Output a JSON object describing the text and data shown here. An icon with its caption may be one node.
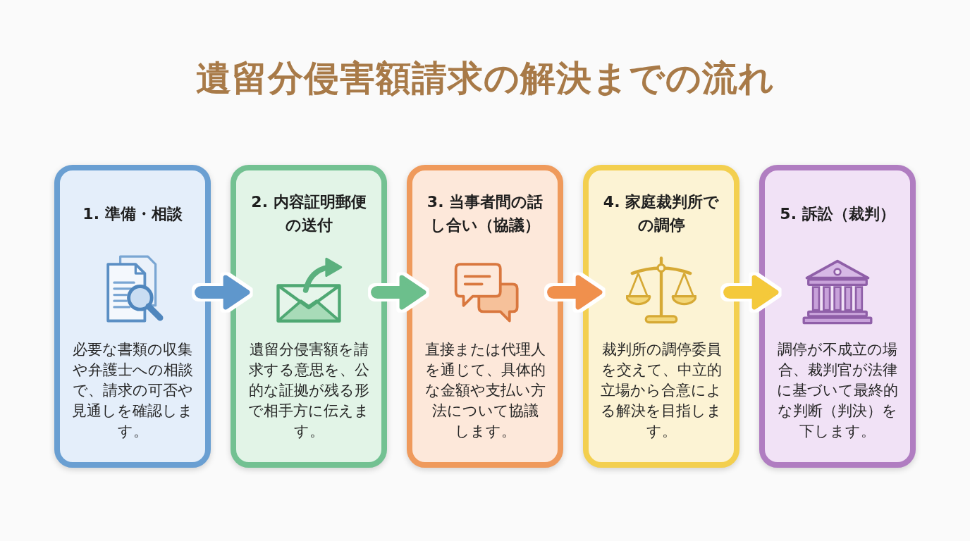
{
  "diagram": {
    "title": "遺留分侵害額請求の解決までの流れ",
    "nodes": [
      {
        "text": [
          "1. 準備・相談",
          "必要な書類の収集や弁護士への相談で、請求の可否や見通しを確認します。"
        ]
      },
      {
        "text": [
          "2. 内容証明郵便の送付",
          "遺留分侵害額を請求する意思を、公的な証拠が残る形で相手方に伝えます。"
        ]
      },
      {
        "text": [
          "3. 当事者間の話し合い（協議）",
          "直接または代理人を通じて、具体的な金額や支払い方法について協議します。"
        ]
      },
      {
        "text": [
          "4. 家庭裁判所での調停",
          "裁判所の調停委員を交えて、中立的立場から合意による解決を目指します。"
        ]
      },
      {
        "text": [
          "5. 訴訟（裁判）",
          "調停が不成立の場合、裁判官が法律に基づいて最終的な判断（判決）を下します。"
        ]
      }
    ],
    "edges": [
      {
        "from": 0,
        "to": 1,
        "arrow": "to",
        "color": "#5f97cc"
      },
      {
        "from": 1,
        "to": 2,
        "arrow": "to",
        "color": "#6cbf8c"
      },
      {
        "from": 2,
        "to": 3,
        "arrow": "to",
        "color": "#f0904e"
      },
      {
        "from": 3,
        "to": 4,
        "arrow": "to",
        "color": "#f4c93a"
      }
    ]
  }
}
